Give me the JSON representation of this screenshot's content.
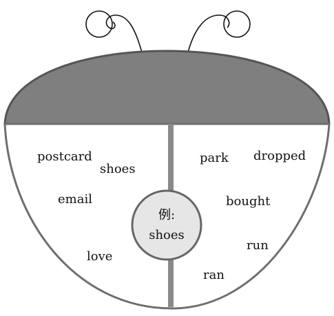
{
  "diagram": {
    "example": {
      "label": "例:",
      "word": "shoes"
    },
    "left_words": [
      "postcard",
      "shoes",
      "email",
      "love"
    ],
    "right_words": [
      "park",
      "dropped",
      "bought",
      "run",
      "ran"
    ],
    "colors": {
      "shell": "#7f7f7f",
      "outline": "#555555",
      "divider": "#8a8a8a",
      "circle_fill": "#e6e6e6"
    }
  }
}
